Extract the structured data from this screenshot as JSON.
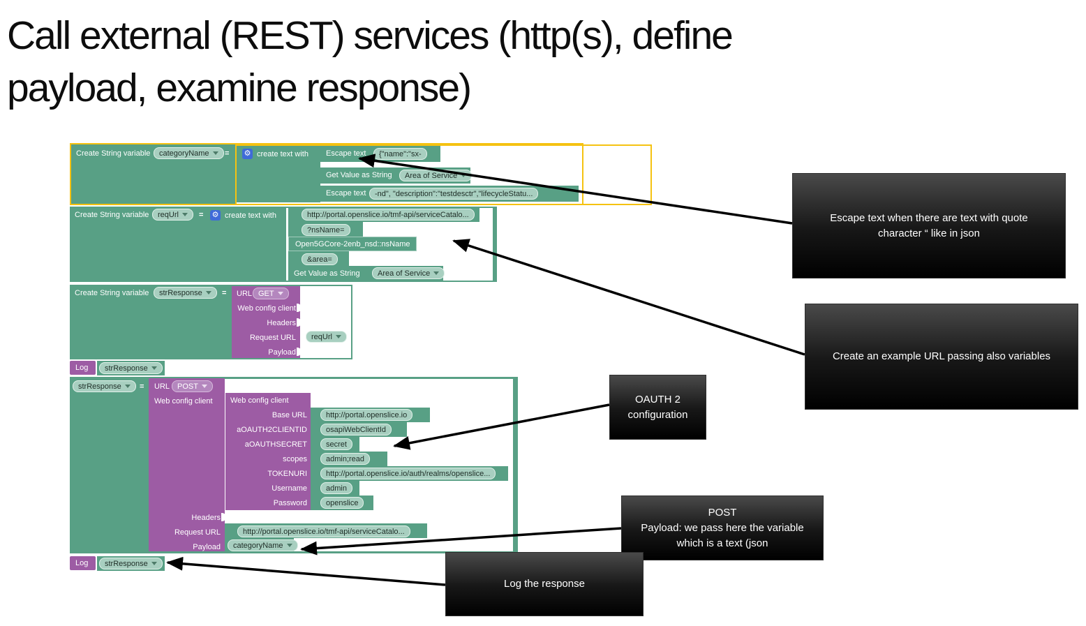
{
  "title": {
    "line1": "Call external (REST) services (http(s), define",
    "line2": "payload, examine response)"
  },
  "icons": {
    "gear": "⚙"
  },
  "blocks": {
    "g1": {
      "declare": "Create String variable",
      "variable": "categoryName",
      "equals": "=",
      "mutator": "create text with",
      "rows": [
        {
          "label": "Escape text",
          "value": "{\"name\":\"sx-"
        },
        {
          "label": "Get Value as String",
          "value": "Area of Service"
        },
        {
          "label": "Escape text",
          "value": "-nd\", \"description\":\"testdesctr\",\"lifecycleStatu..."
        }
      ]
    },
    "g2": {
      "declare": "Create String variable",
      "variable": "reqUrl",
      "equals": "=",
      "mutator": "create text with",
      "pill1": "http://portal.openslice.io/tmf-api/serviceCatalo...",
      "pill2": "?nsName=",
      "text3": "Open5GCore-2enb_nsd::nsName",
      "pill4": "&area=",
      "row5_label": "Get Value as String",
      "row5_value": "Area of Service"
    },
    "g3": {
      "declare": "Create String variable",
      "variable": "strResponse",
      "equals": "=",
      "url_label": "URL",
      "method": "GET",
      "web_config_label": "Web config client",
      "headers_label": "Headers",
      "request_url_label": "Request URL",
      "request_url_value": "reqUrl",
      "payload_label": "Payload"
    },
    "log1": {
      "label": "Log",
      "value": "strResponse"
    },
    "g4": {
      "variable": "strResponse",
      "equals": "=",
      "url_label": "URL",
      "method": "POST",
      "web_config_label": "Web config client",
      "config": {
        "header": "Web config client",
        "rows": [
          {
            "label": "Base URL",
            "value": "http://portal.openslice.io"
          },
          {
            "label": "aOAUTH2CLIENTID",
            "value": "osapiWebClientId"
          },
          {
            "label": "aOAUTHSECRET",
            "value": "secret"
          },
          {
            "label": "scopes",
            "value": "admin;read"
          },
          {
            "label": "TOKENURI",
            "value": "http://portal.openslice.io/auth/realms/openslice..."
          },
          {
            "label": "Username",
            "value": "admin"
          },
          {
            "label": "Password",
            "value": "openslice"
          }
        ]
      },
      "headers_label": "Headers",
      "request_url_label": "Request URL",
      "request_url_value": "http://portal.openslice.io/tmf-api/serviceCatalo...",
      "payload_label": "Payload",
      "payload_value": "categoryName"
    },
    "log2": {
      "label": "Log",
      "value": "strResponse"
    }
  },
  "callouts": {
    "c1": {
      "line1": "Escape text when there are text with quote",
      "line2": "character “ like in json"
    },
    "c2": {
      "line1": "Create an example URL passing also variables"
    },
    "c3": {
      "line1": "OAUTH 2",
      "line2": "configuration"
    },
    "c4": {
      "line1": "POST",
      "line2": "Payload: we pass here the variable",
      "line3": "which is a text (json"
    },
    "c5": {
      "line1": "Log the response"
    }
  },
  "colors": {
    "teal": "#58A085",
    "purple": "#9D5CA4",
    "pill_green": "#A8CFC0",
    "selection_yellow": "#F5C211",
    "callout_bg": "#000000"
  }
}
